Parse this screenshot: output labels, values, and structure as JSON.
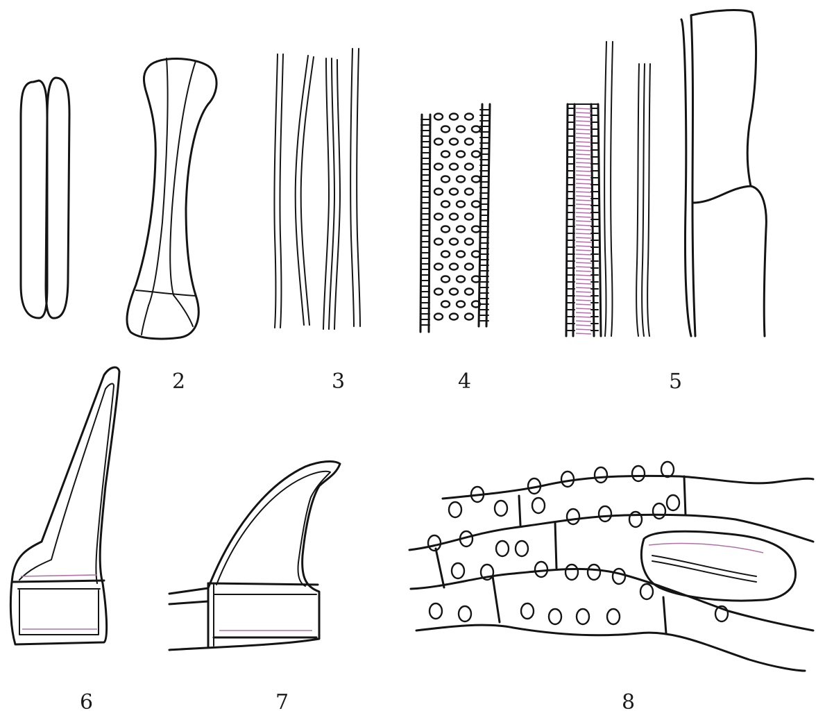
{
  "figure": {
    "labels": {
      "fig2": "2",
      "fig3": "3",
      "fig4": "4",
      "fig5": "5",
      "fig6": "6",
      "fig7": "7",
      "fig8": "8"
    },
    "colors": {
      "ink": "#141414",
      "tint": "#b070a8",
      "background": "#ffffff"
    }
  }
}
